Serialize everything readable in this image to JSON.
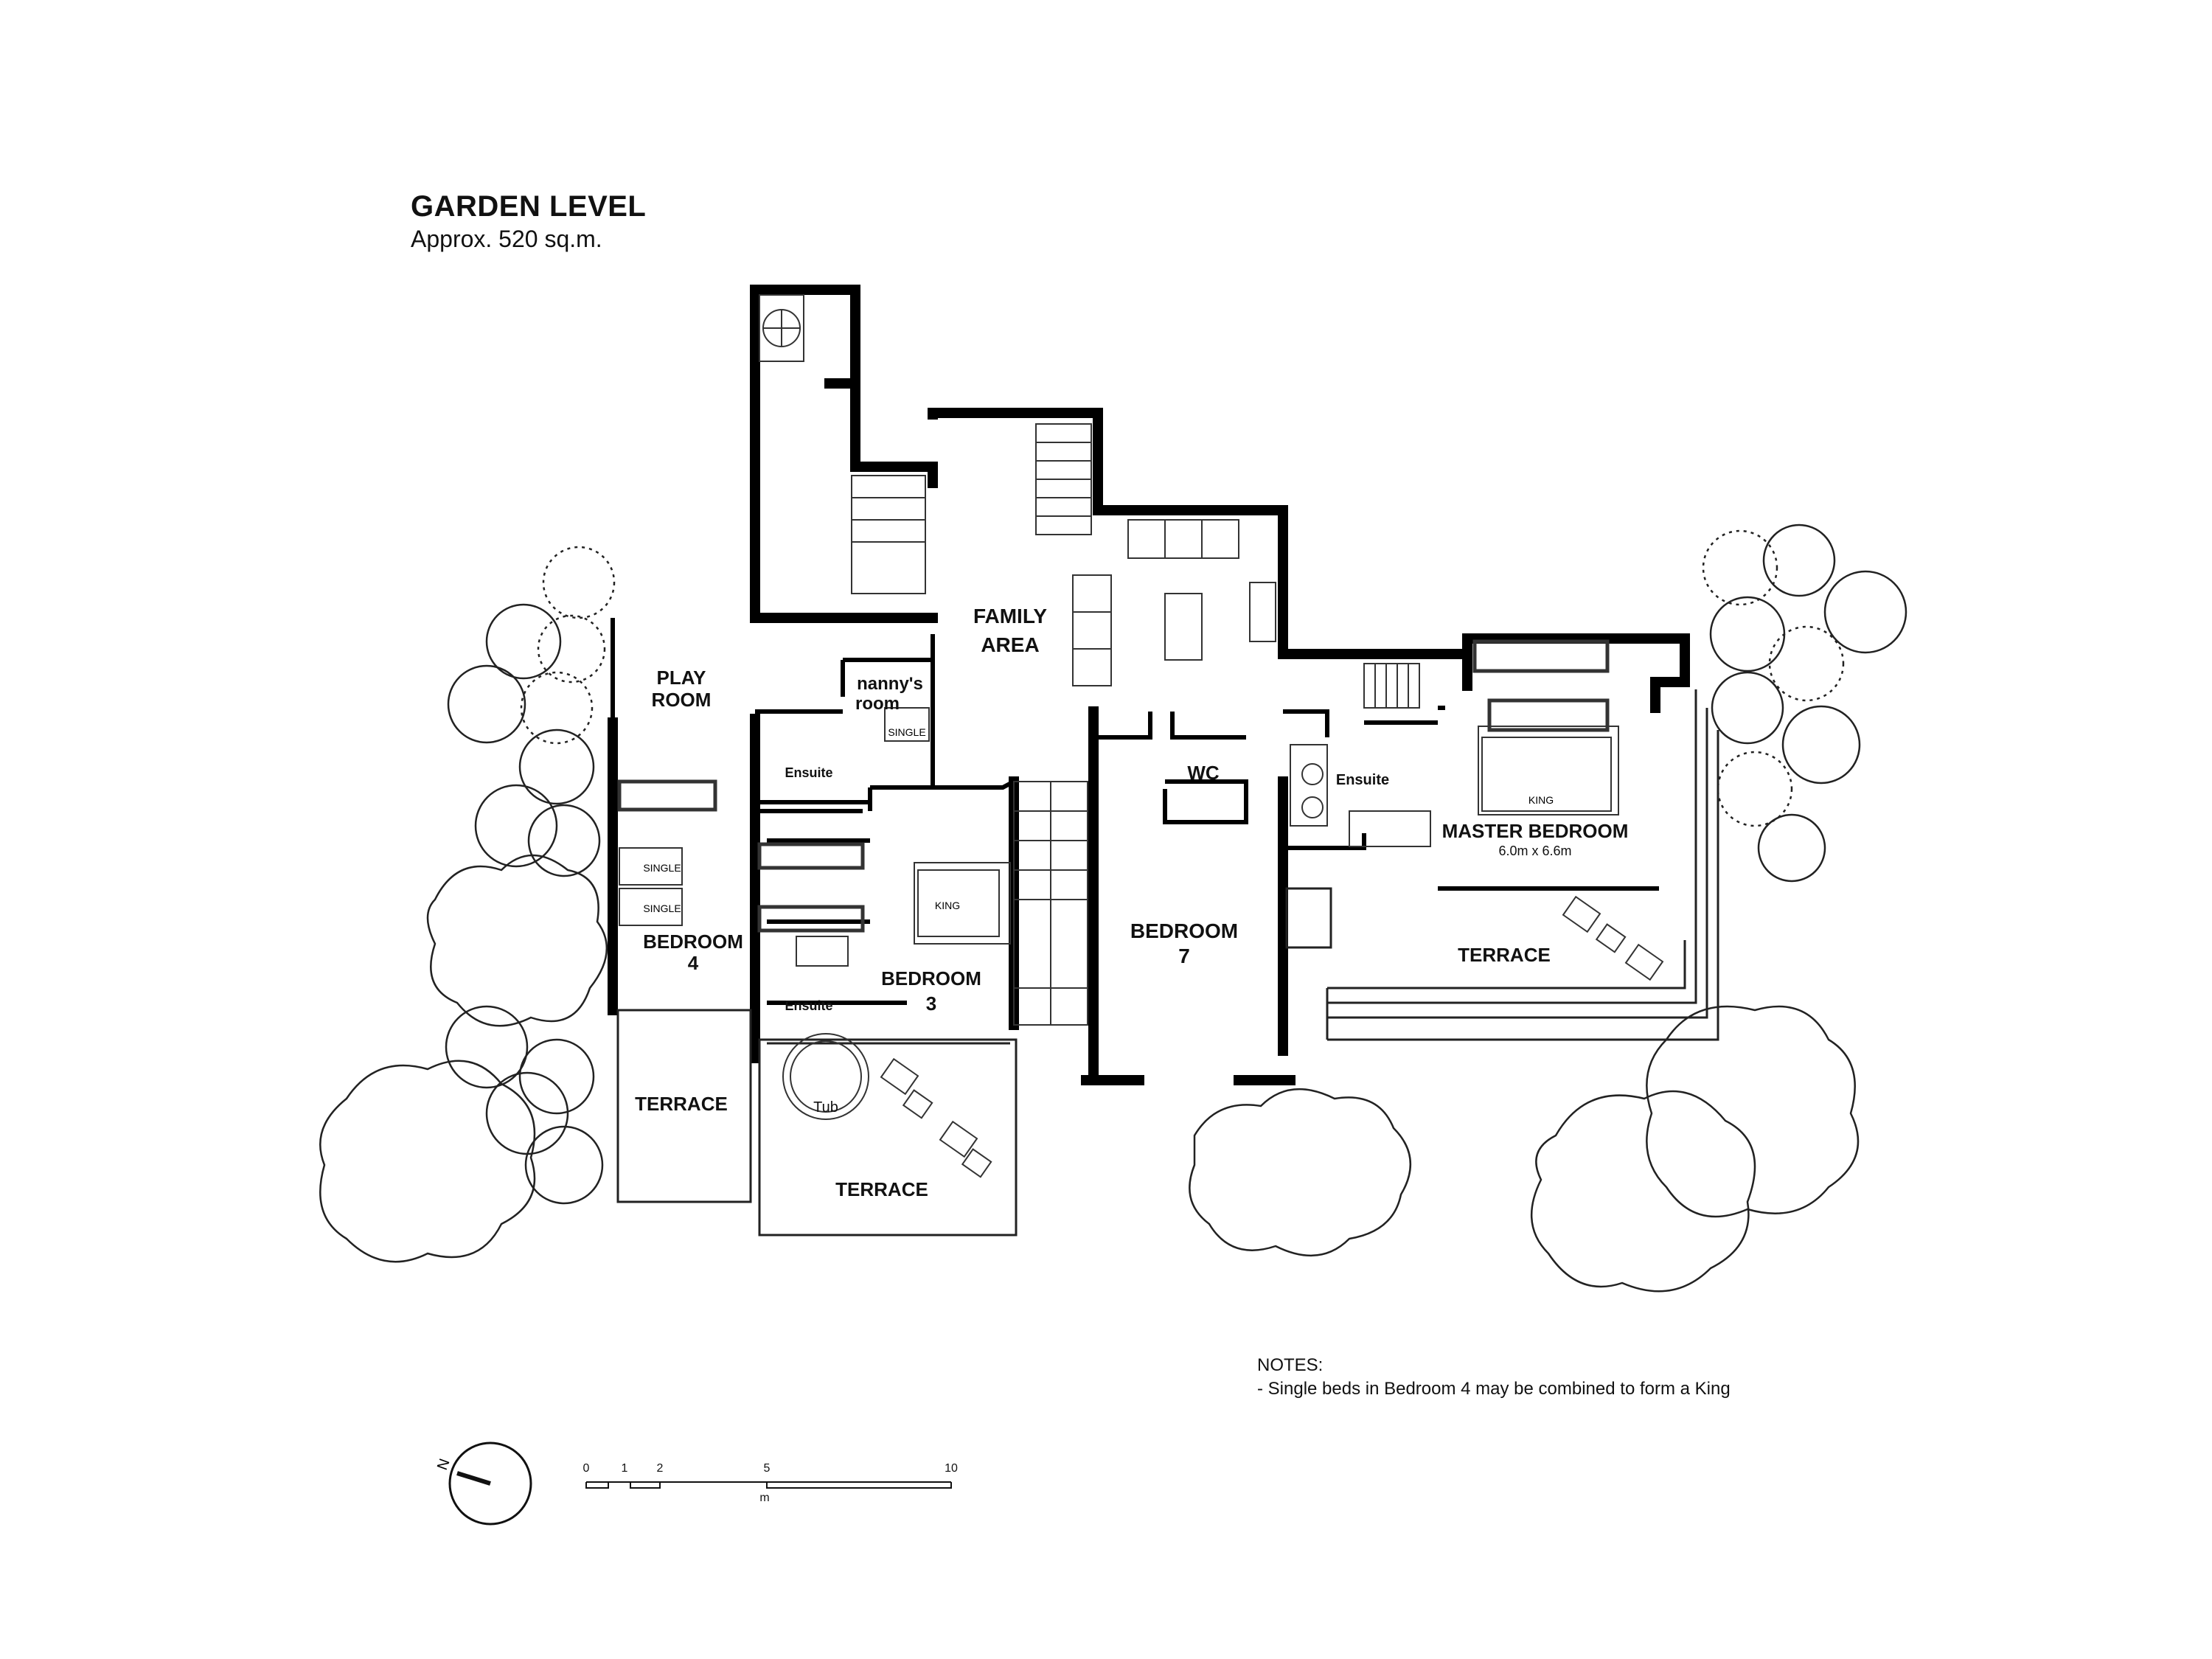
{
  "header": {
    "title": "GARDEN LEVEL",
    "subtitle": "Approx. 520 sq.m."
  },
  "rooms": {
    "family_area": [
      "FAMILY",
      "AREA"
    ],
    "play_room": [
      "PLAY",
      "ROOM"
    ],
    "nannys_room": [
      "nanny's",
      "room"
    ],
    "ensuite_1": "Ensuite",
    "ensuite_2": "Ensuite",
    "ensuite_3": "Ensuite",
    "wc": "WC",
    "bedroom_4": [
      "BEDROOM",
      "4"
    ],
    "bedroom_3": [
      "BEDROOM",
      "3"
    ],
    "bedroom_7": [
      "BEDROOM",
      "7"
    ],
    "master_bedroom": "MASTER BEDROOM",
    "master_dims": "6.0m x 6.6m",
    "terrace_left": "TERRACE",
    "terrace_mid": "TERRACE",
    "terrace_right": "TERRACE",
    "tub": "Tub"
  },
  "beds": {
    "nanny": "SINGLE",
    "b4_a": "SINGLE",
    "b4_b": "SINGLE",
    "b3": "KING",
    "master": "KING"
  },
  "notes": {
    "heading": "NOTES:",
    "line1": "- Single beds in Bedroom 4 may be combined to form a King"
  },
  "compass": {
    "label": "N"
  },
  "scale": {
    "ticks": [
      "0",
      "1",
      "2",
      "5",
      "10"
    ],
    "unit": "m"
  }
}
